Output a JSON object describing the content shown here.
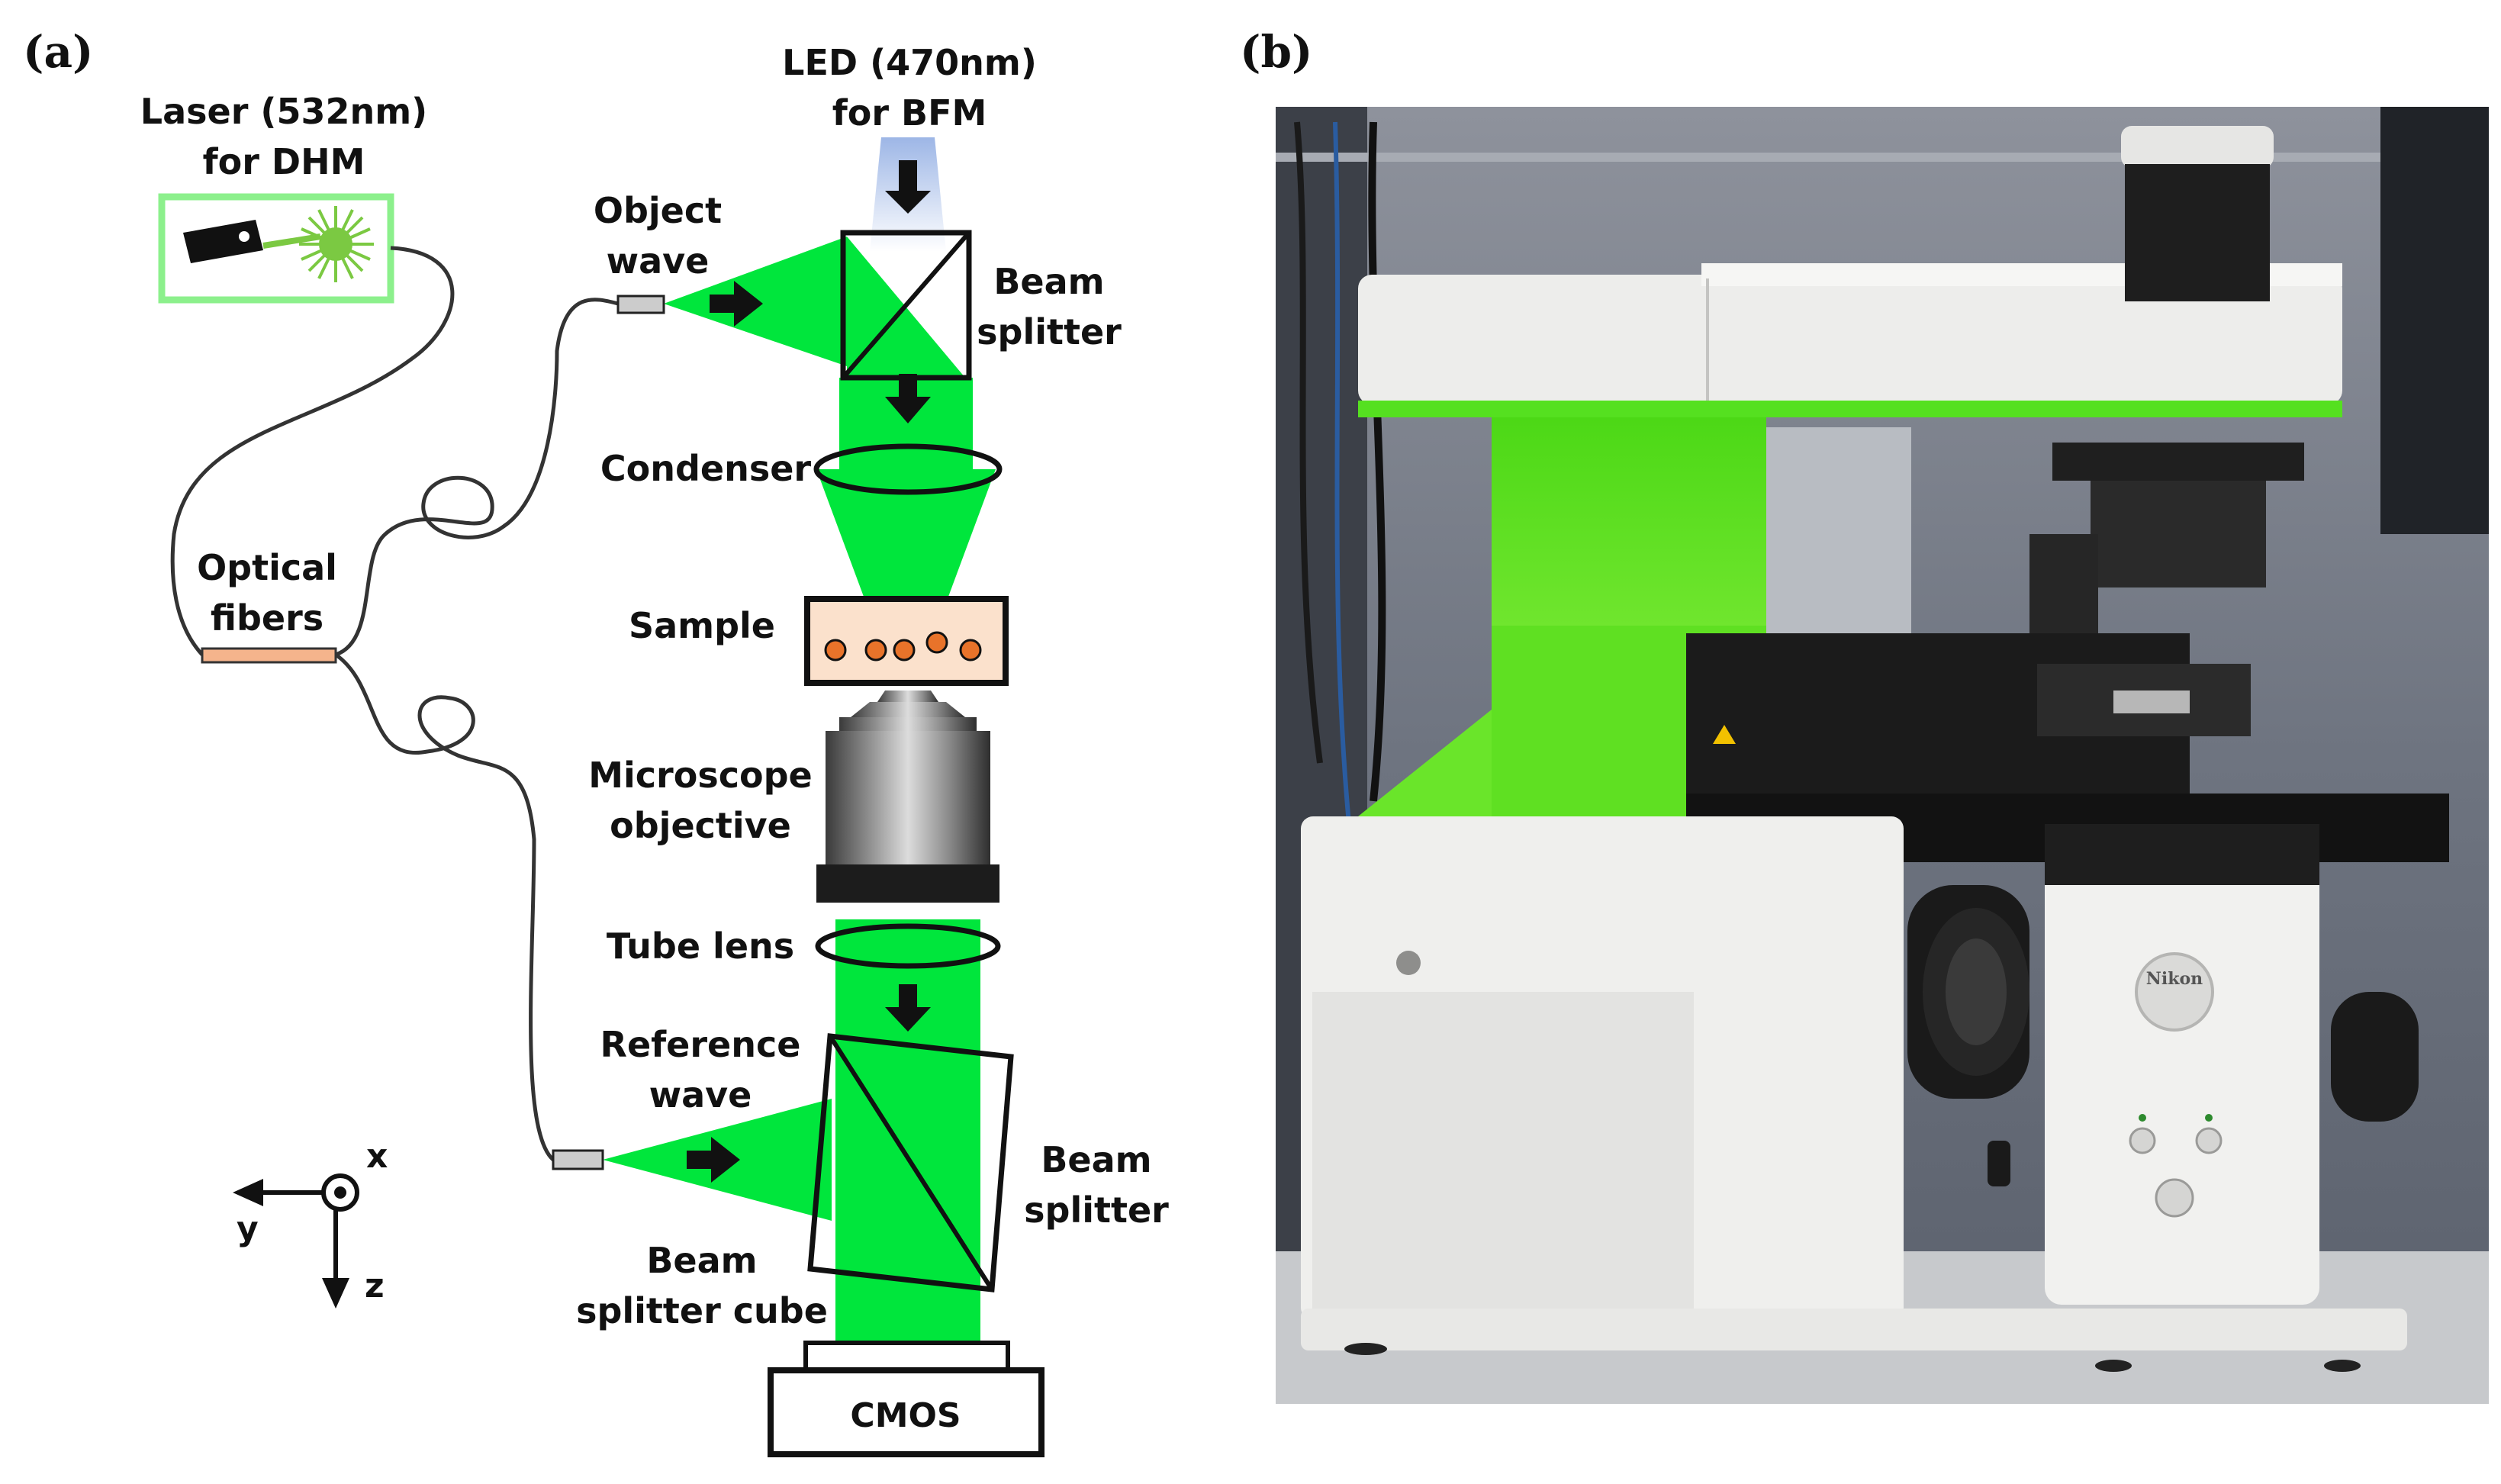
{
  "panel_a": {
    "label": "(a)",
    "laser_line1": "Laser (532nm)",
    "laser_line2": "for DHM",
    "led_line1": "LED (470nm)",
    "led_line2": "for BFM",
    "object_line1": "Object",
    "object_line2": "wave",
    "beam_splitter_top_line1": "Beam",
    "beam_splitter_top_line2": "splitter",
    "condenser": "Condenser",
    "optical_line1": "Optical",
    "optical_line2": "fibers",
    "sample": "Sample",
    "microscope_line1": "Microscope",
    "microscope_line2": "objective",
    "tube_lens": "Tube lens",
    "reference_line1": "Reference",
    "reference_line2": "wave",
    "beam_splitter_bottom_line1": "Beam",
    "beam_splitter_bottom_line2": "splitter",
    "cube_line1": "Beam",
    "cube_line2": "splitter cube",
    "cmos": "CMOS",
    "axis_x": "x",
    "axis_y": "y",
    "axis_z": "z"
  },
  "panel_b": {
    "label": "(b)",
    "brand_logo": "Nikon"
  },
  "colors": {
    "laser_green": "#00E63C",
    "laser_box": "#8CF08C",
    "led_blue": "#AFC4EA",
    "fiber_coupler": "#F5B48C",
    "sample_orange": "#E8732A",
    "sample_bg": "#FBE1CC",
    "instrument_green": "#55E020"
  }
}
